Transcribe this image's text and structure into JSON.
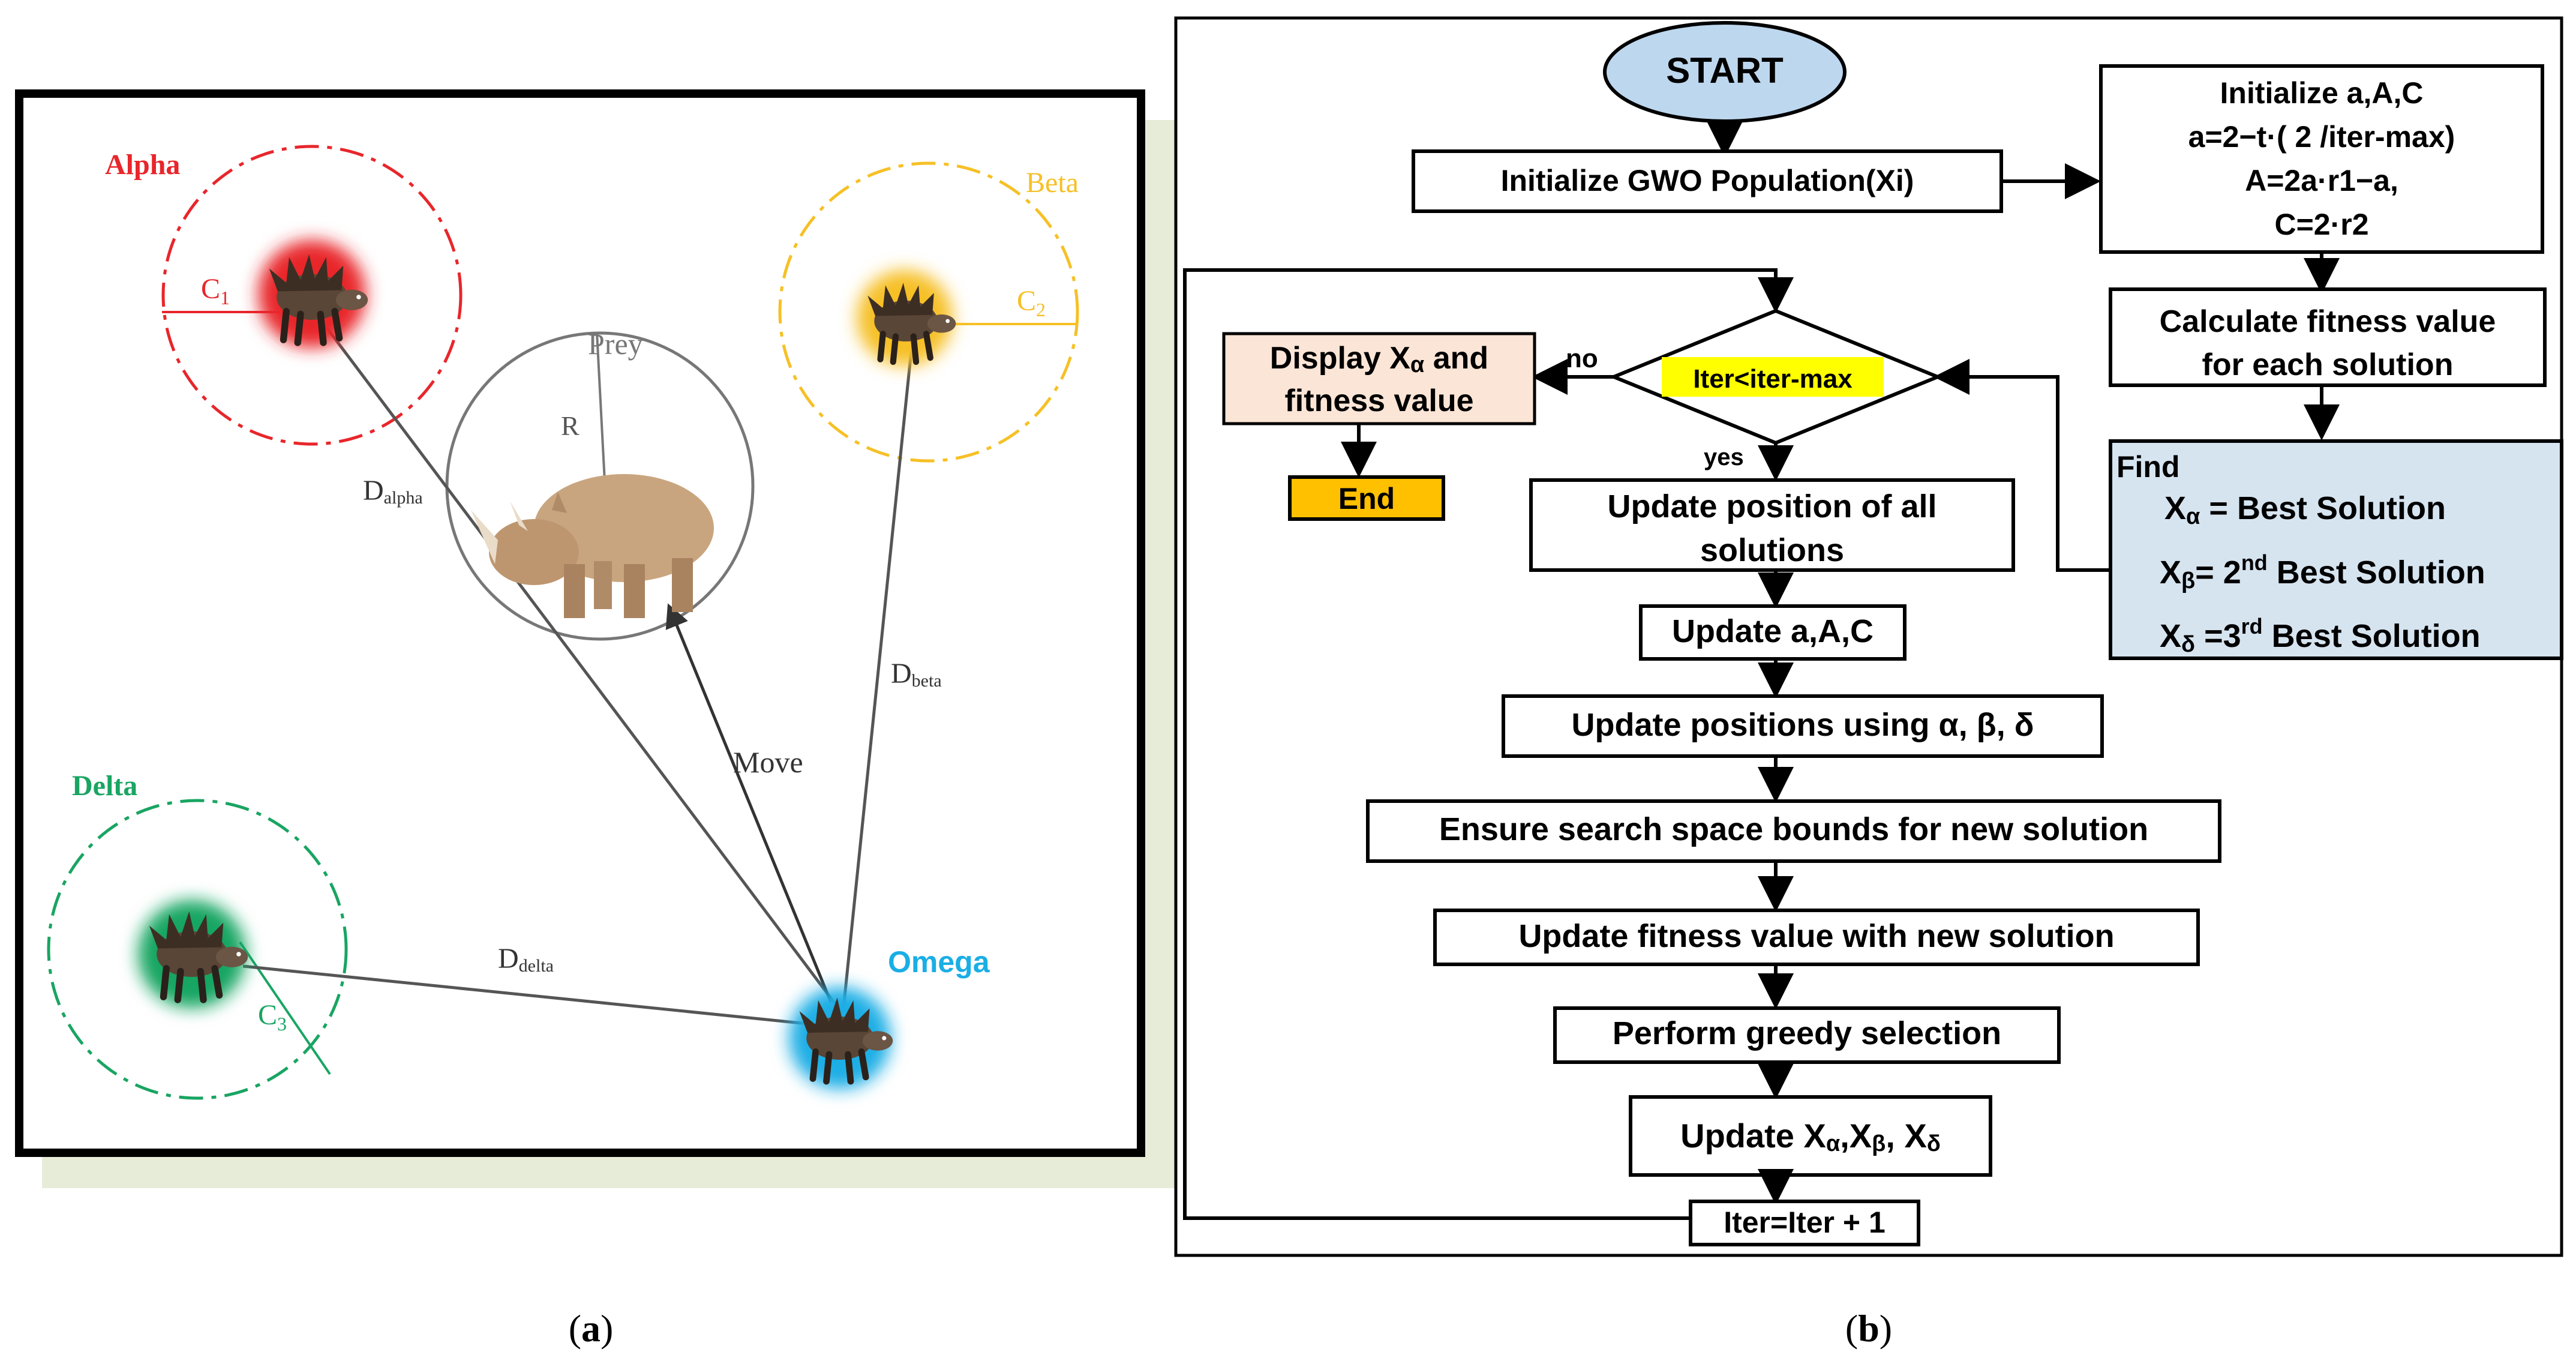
{
  "panel_a": {
    "caption": "(a)",
    "caption_letter": "a",
    "alpha": {
      "label": "Alpha",
      "coef": "C",
      "coef_sub": "1",
      "color": "#e8262b"
    },
    "beta": {
      "label": "Beta",
      "coef": "C",
      "coef_sub": "2",
      "color": "#f6c026"
    },
    "delta": {
      "label": "Delta",
      "coef": "C",
      "coef_sub": "3",
      "color": "#19a562"
    },
    "omega": {
      "label": "Omega",
      "color": "#1aaee5"
    },
    "prey": {
      "label": "Prey",
      "radius_label": "R"
    },
    "distances": {
      "alpha": {
        "main": "D",
        "sub": "alpha"
      },
      "beta": {
        "main": "D",
        "sub": "beta"
      },
      "delta": {
        "main": "D",
        "sub": "delta"
      }
    },
    "move_label": "Move",
    "icons": {
      "wolf": "wolf-icon",
      "prey": "rhinoceros-icon"
    }
  },
  "panel_b": {
    "caption": "(b)",
    "caption_letter": "b",
    "start": "START",
    "init_population": "Initialize GWO Population(Xi)",
    "init_params": [
      "Initialize a,A,C",
      "a=2−t·( 2 /iter-max)",
      "A=2a·r1−a,",
      "C=2·r2"
    ],
    "calc_fitness": [
      "Calculate fitness value",
      "for each solution"
    ],
    "find": {
      "title": "Find",
      "alpha": {
        "x": "X",
        "sub": "α",
        "text": " = Best Solution"
      },
      "beta": {
        "x": "X",
        "sub": "β",
        "text": "= 2",
        "sup": "nd",
        "tail": " Best Solution"
      },
      "delta": {
        "x": "X",
        "sub": "δ",
        "text": " =3",
        "sup": "rd",
        "tail": " Best Solution"
      }
    },
    "condition": "Iter<iter-max",
    "no_label": "no",
    "yes_label": "yes",
    "display": {
      "line1_pre": "Display X",
      "line1_sub": "α",
      "line1_post": " and",
      "line2": "fitness value"
    },
    "end": "End",
    "update_positions_all": [
      "Update position of all",
      "solutions"
    ],
    "update_aac": "Update a,A,C",
    "update_using": "Update positions using α, β, δ",
    "ensure_bounds": "Ensure search space bounds for new solution",
    "update_fitness": "Update fitness value with new solution",
    "greedy": "Perform greedy selection",
    "update_x": {
      "pre": "Update X",
      "s1": "α",
      "m1": ",X",
      "s2": "β",
      "m2": ",  X",
      "s3": "δ"
    },
    "iter_increment": "Iter=Iter + 1",
    "colors": {
      "start_fill": "#bdd7ee",
      "find_fill": "#d6e4f0",
      "display_fill": "#fbe5d6",
      "end_fill": "#ffc000",
      "condition_fill": "#ffff00"
    }
  }
}
